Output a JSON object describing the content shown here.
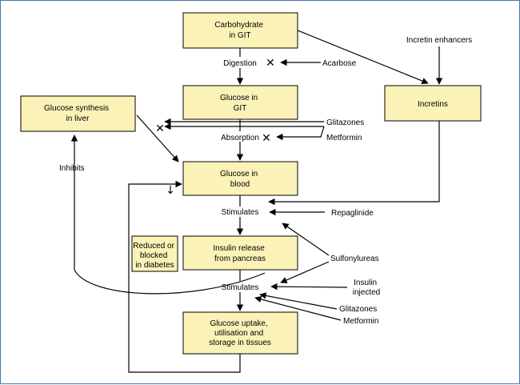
{
  "boxes": {
    "carbohydrate": [
      "Carbohydrate",
      "in GIT"
    ],
    "glucose_git": [
      "Glucose in",
      "GIT"
    ],
    "glucose_blood": [
      "Glucose in",
      "blood"
    ],
    "insulin_release": [
      "Insulin release",
      "from pancreas"
    ],
    "glucose_uptake": [
      "Glucose uptake,",
      "utilisation and",
      "storage in tissues"
    ],
    "glucose_synthesis": [
      "Glucose synthesis",
      "in liver"
    ],
    "incretins": [
      "Incretins"
    ],
    "reduced": [
      "Reduced or",
      "blocked",
      "in diabetes"
    ]
  },
  "labels": {
    "digestion": "Digestion",
    "absorption": "Absorption",
    "stimulates_1": "Stimulates",
    "stimulates_2": "Stimulates",
    "inhibits": "Inhibits"
  },
  "drugs": {
    "acarbose": "Acarbose",
    "incretin_enhancers": "Incretin enhancers",
    "glitazones_1": "Glitazones",
    "metformin_1": "Metformin",
    "repaglinide": "Repaglinide",
    "sulfonylureas": "Sulfonylureas",
    "insulin_injected": [
      "Insulin",
      "injected"
    ],
    "glitazones_2": "Glitazones",
    "metformin_2": "Metformin"
  },
  "symbols": {
    "block": "✕",
    "down": "↓"
  },
  "colors": {
    "box_fill": "#fbf2b8",
    "frame": "#4a78a8"
  }
}
